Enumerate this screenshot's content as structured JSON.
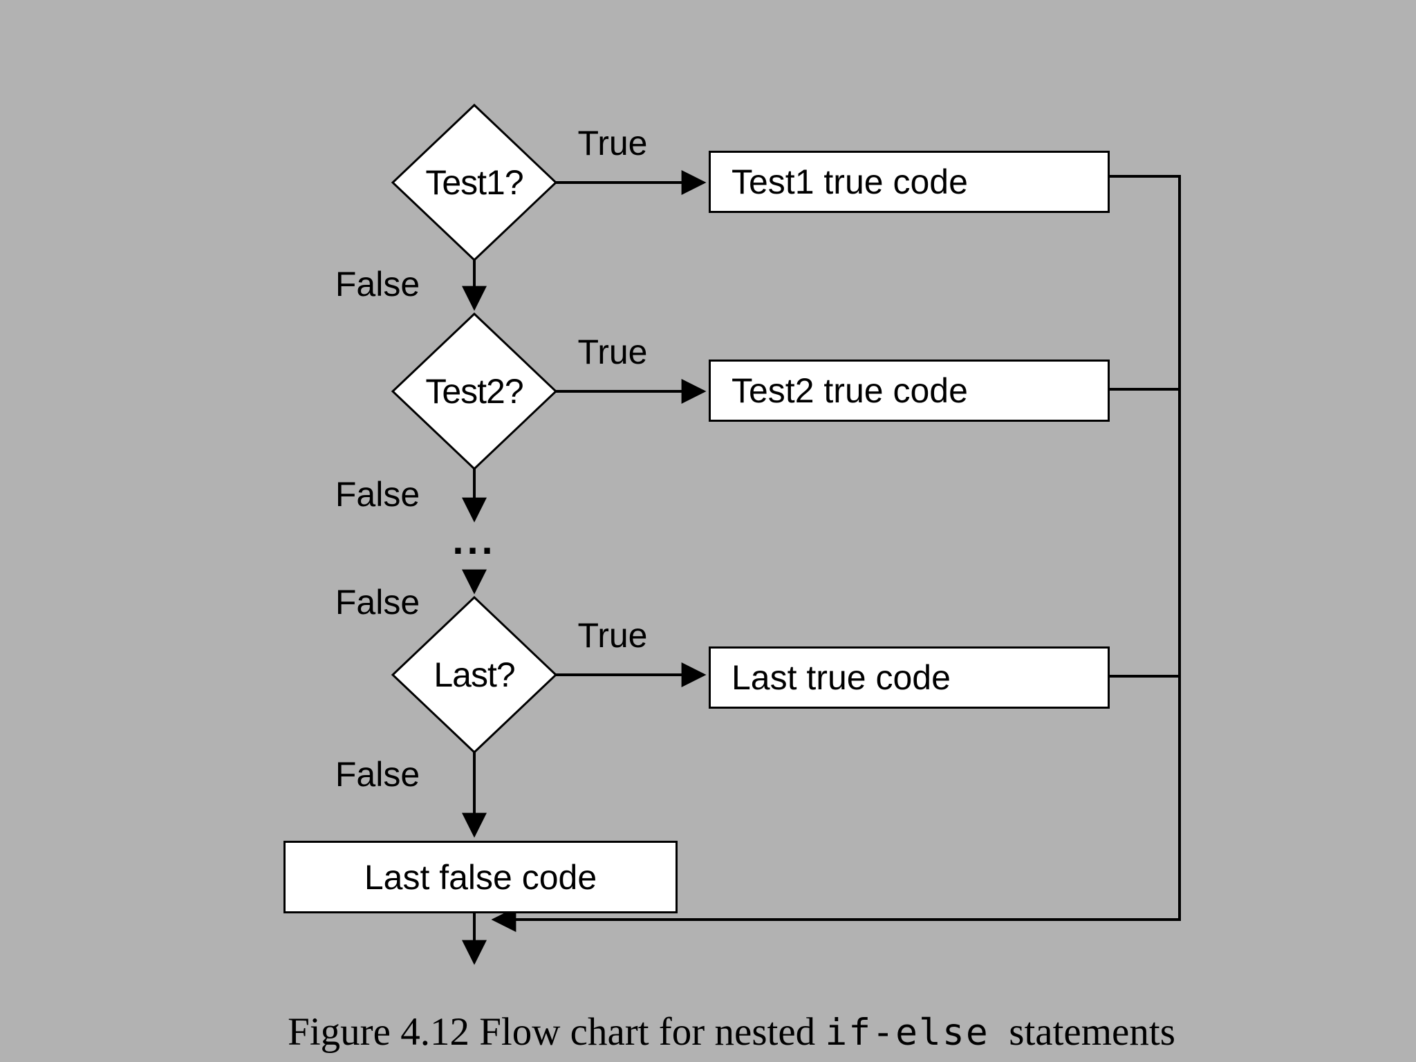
{
  "figure": {
    "background_color": "#b2b2b2",
    "shape_fill_color": "#ffffff",
    "line_color": "#000000"
  },
  "flow": {
    "decisions": [
      {
        "label": "Test1?",
        "true_label": "True",
        "false_label": "False",
        "true_action": "Test1 true code"
      },
      {
        "label": "Test2?",
        "true_label": "True",
        "false_label": "False",
        "true_action": "Test2 true code"
      },
      {
        "label": "Last?",
        "true_label": "True",
        "false_label": "False",
        "true_action": "Last true code"
      }
    ],
    "continuation": {
      "ellipsis": "...",
      "false_label": "False"
    },
    "false_action": "Last false code"
  },
  "caption": {
    "prefix": "Figure 4.12 Flow chart for nested ",
    "code": "if-else",
    "suffix": "  statements"
  }
}
